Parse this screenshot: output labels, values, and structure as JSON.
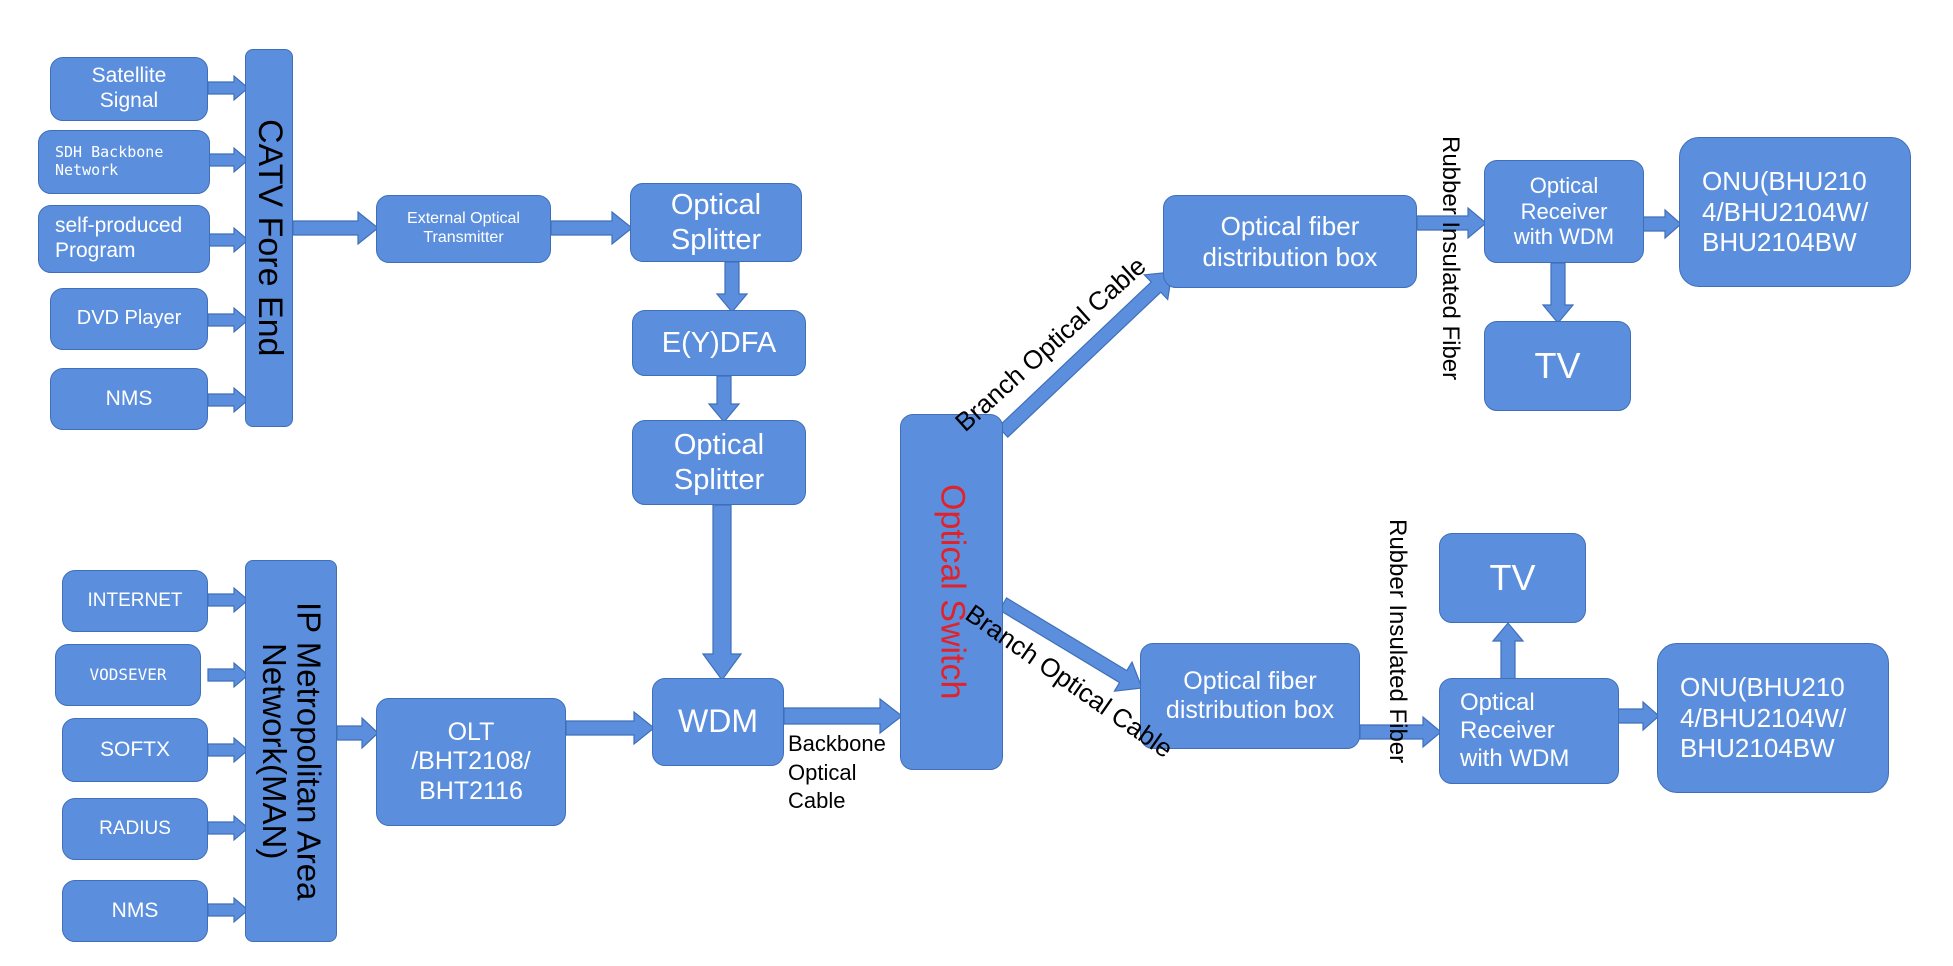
{
  "colors": {
    "box_fill": "#5B8FDE",
    "box_border": "#3F6FB8",
    "arrow_fill": "#5B8FDE",
    "switch_text": "#E0222B"
  },
  "catv": {
    "title": "CATV Fore End",
    "inputs": [
      "Satellite\nSignal",
      "SDH Backbone\nNetwork",
      "self-produced\nProgram",
      "DVD Player",
      "NMS"
    ]
  },
  "ip": {
    "title": "IP Metropolitan Area\nNetwork(MAN)",
    "inputs": [
      "INTERNET",
      "VODSEVER",
      "SOFTX",
      "RADIUS",
      "NMS"
    ]
  },
  "nodes": {
    "transmitter": "External Optical\nTransmitter",
    "splitter1": "Optical\nSplitter",
    "ydfa": "E(Y)DFA",
    "splitter2": "Optical\nSplitter",
    "olt": "OLT\n/BHT2108/\nBHT2116",
    "wdm": "WDM",
    "optical_switch": "Optical Switch",
    "fiber_box_top": "Optical fiber\ndistribution box",
    "fiber_box_bottom": "Optical fiber\ndistribution box",
    "receiver_top": "Optical\nReceiver\nwith WDM",
    "receiver_bottom": "Optical\nReceiver\nwith WDM",
    "tv_top": "TV",
    "tv_bottom": "TV",
    "onu_top": "ONU(BHU210\n4/BHU2104W/\nBHU2104BW",
    "onu_bottom": "ONU(BHU210\n4/BHU2104W/\nBHU2104BW"
  },
  "edge_labels": {
    "backbone": "Backbone\nOptical\nCable",
    "branch_top": "Branch Optical Cable",
    "branch_bottom": "Branch Optical Cable",
    "rubber_top": "Rubber Insulated Fiber",
    "rubber_bottom": "Rubber Insulated Fiber"
  }
}
